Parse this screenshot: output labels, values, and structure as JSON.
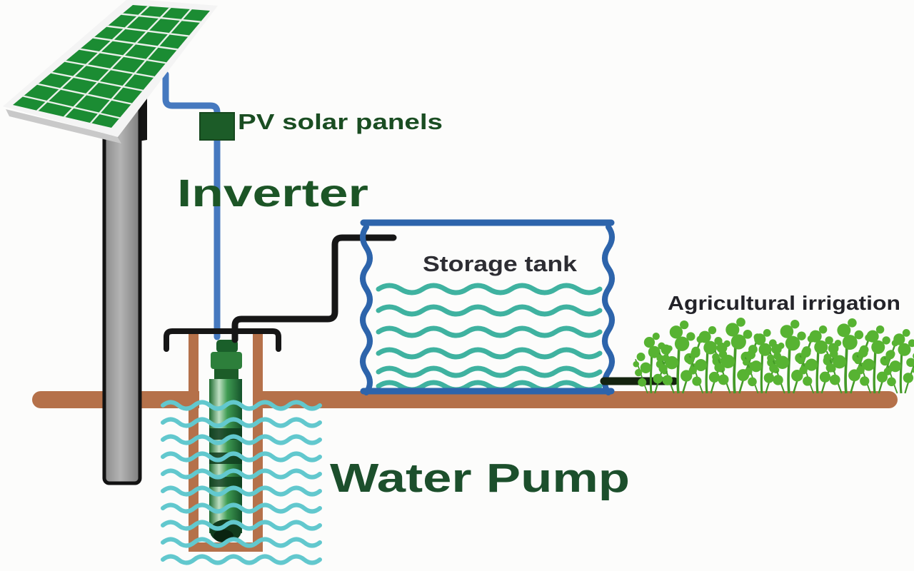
{
  "diagram": {
    "type": "solar-water-pumping-irrigation-system",
    "labels": {
      "pv_solar_panels": "PV solar panels",
      "inverter": "Inverter",
      "storage_tank": "Storage tank",
      "agricultural_irrigation": "Agricultural irrigation",
      "water_pump": "Water Pump"
    },
    "colors": {
      "panel_green": "#1b8c33",
      "panel_grid": "#e9f0e9",
      "panel_frame": "#f4f4f4",
      "pole_gray": "#9e9e9e",
      "wire_blue": "#4679bf",
      "inverter_box_green": "#1c5c28",
      "tank_outline_blue": "#2d64ab",
      "tank_water_teal": "#3fb2a0",
      "well_water_cyan": "#62c8ce",
      "ground_brown": "#b5714a",
      "pump_green": "#2e8f43",
      "plant_green": "#57b332",
      "plant_stem_green": "#449a28",
      "pipe_black": "#161616",
      "label_green_dark": "#1a4d22",
      "label_gray_dark": "#2d2d33"
    }
  }
}
